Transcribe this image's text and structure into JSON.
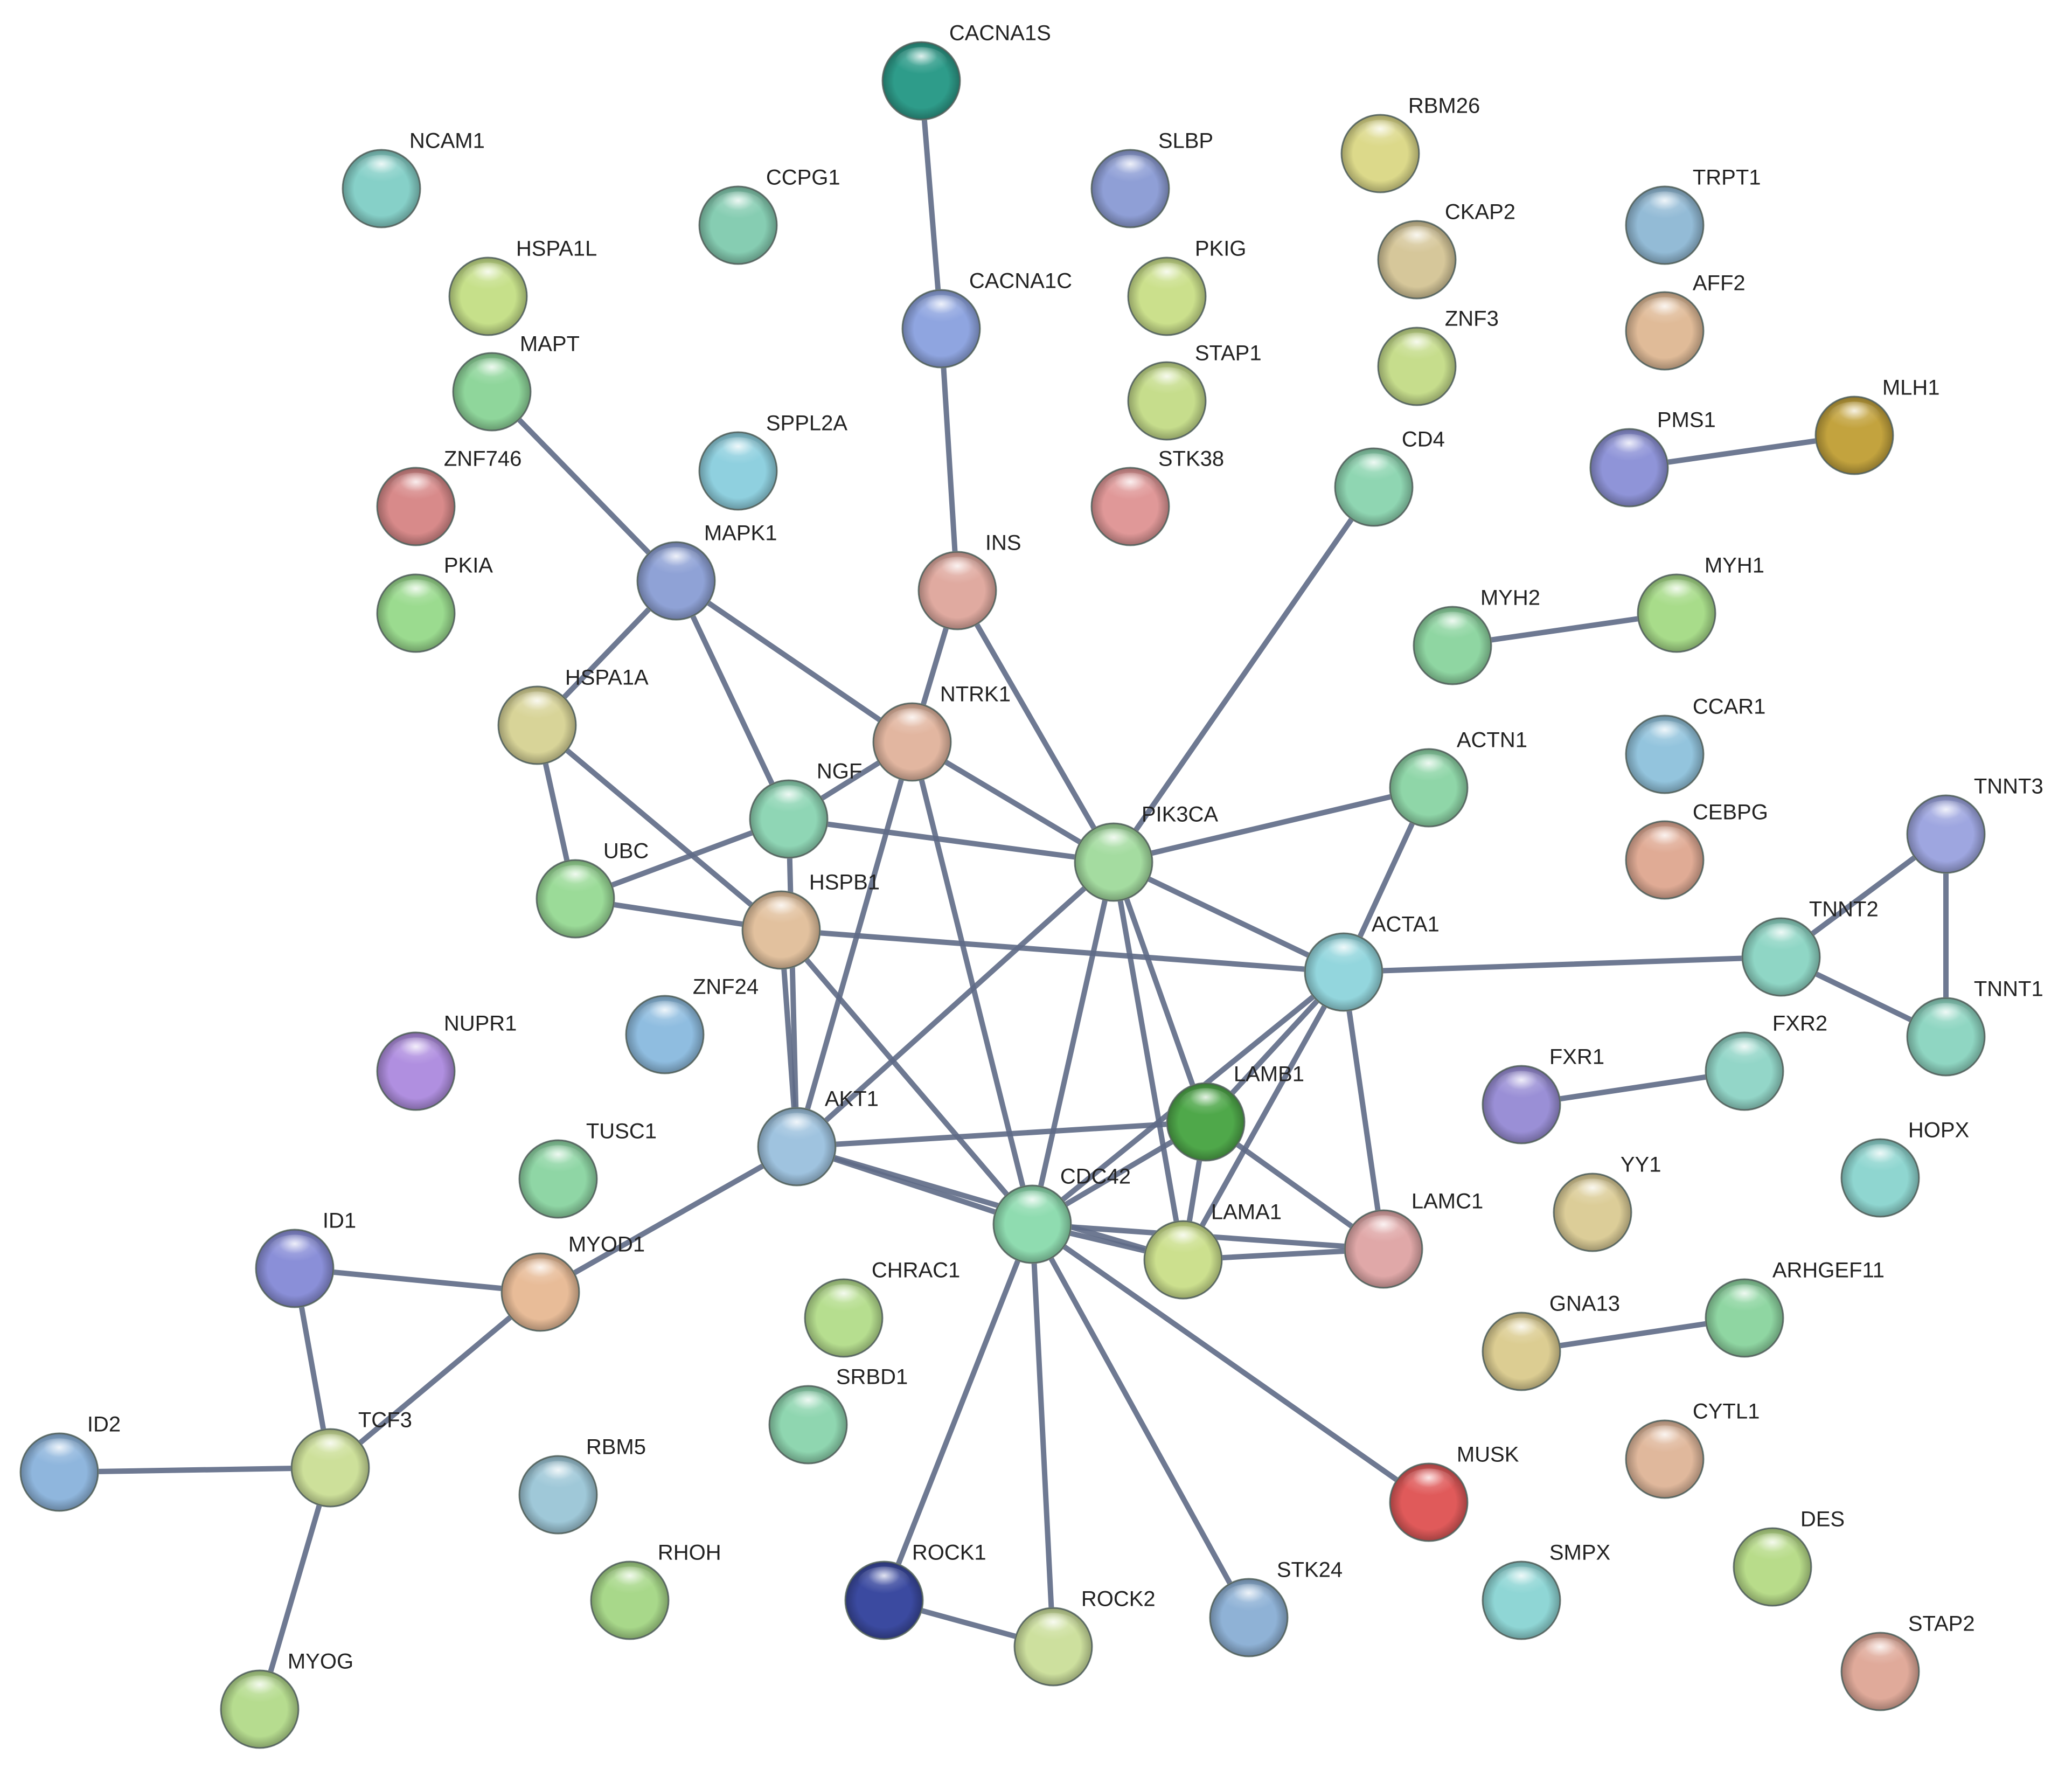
{
  "network": {
    "nodes": [
      {
        "id": "CACNA1S",
        "color": "#2e9c8a"
      },
      {
        "id": "NCAM1",
        "color": "#86d0c8"
      },
      {
        "id": "CCPG1",
        "color": "#86cdb2"
      },
      {
        "id": "SLBP",
        "color": "#8f9fd6"
      },
      {
        "id": "RBM26",
        "color": "#dcd98a"
      },
      {
        "id": "TRPT1",
        "color": "#93bbd6"
      },
      {
        "id": "HSPA1L",
        "color": "#c6e08a"
      },
      {
        "id": "CACNA1C",
        "color": "#8fa5e0"
      },
      {
        "id": "PKIG",
        "color": "#cbe08c"
      },
      {
        "id": "CKAP2",
        "color": "#d6c79a"
      },
      {
        "id": "AFF2",
        "color": "#e0bb98"
      },
      {
        "id": "MAPT",
        "color": "#8fd69b"
      },
      {
        "id": "ZNF3",
        "color": "#c6dd8c"
      },
      {
        "id": "STAP1",
        "color": "#c6dd8c"
      },
      {
        "id": "SPPL2A",
        "color": "#8fd0df"
      },
      {
        "id": "MLH1",
        "color": "#c3a33e"
      },
      {
        "id": "PMS1",
        "color": "#8f94d8"
      },
      {
        "id": "ZNF746",
        "color": "#d88a8a"
      },
      {
        "id": "STK38",
        "color": "#e09898"
      },
      {
        "id": "CD4",
        "color": "#8fd6b2"
      },
      {
        "id": "PKIA",
        "color": "#9bdb8f"
      },
      {
        "id": "MAPK1",
        "color": "#8fa2d6"
      },
      {
        "id": "INS",
        "color": "#e0aaa0"
      },
      {
        "id": "MYH1",
        "color": "#a8dc8a"
      },
      {
        "id": "MYH2",
        "color": "#8fd6a2"
      },
      {
        "id": "HSPA1A",
        "color": "#d8d498"
      },
      {
        "id": "NTRK1",
        "color": "#e2b6a0"
      },
      {
        "id": "CCAR1",
        "color": "#93c4dd"
      },
      {
        "id": "ACTN1",
        "color": "#8fd6a8"
      },
      {
        "id": "NGF",
        "color": "#8fd6b5"
      },
      {
        "id": "TNNT3",
        "color": "#9ea6e0"
      },
      {
        "id": "CEBPG",
        "color": "#e0ab95"
      },
      {
        "id": "UBC",
        "color": "#9bdb98"
      },
      {
        "id": "PIK3CA",
        "color": "#a4dca0"
      },
      {
        "id": "HSPB1",
        "color": "#e2c19e"
      },
      {
        "id": "TNNT2",
        "color": "#8fd6c5"
      },
      {
        "id": "ACTA1",
        "color": "#93d6dd"
      },
      {
        "id": "ZNF24",
        "color": "#8fbde0"
      },
      {
        "id": "TNNT1",
        "color": "#8fd6c2"
      },
      {
        "id": "NUPR1",
        "color": "#b08fe0"
      },
      {
        "id": "FXR2",
        "color": "#93d6c8"
      },
      {
        "id": "FXR1",
        "color": "#9a8fd6"
      },
      {
        "id": "LAMB1",
        "color": "#4fa84a"
      },
      {
        "id": "AKT1",
        "color": "#9fc3df"
      },
      {
        "id": "TUSC1",
        "color": "#8fd6a5"
      },
      {
        "id": "HOPX",
        "color": "#8fd6d0"
      },
      {
        "id": "YY1",
        "color": "#dccd98"
      },
      {
        "id": "CDC42",
        "color": "#8fdcb0"
      },
      {
        "id": "LAMC1",
        "color": "#e0a8a8"
      },
      {
        "id": "LAMA1",
        "color": "#cce08e"
      },
      {
        "id": "ID1",
        "color": "#8a8fd8"
      },
      {
        "id": "MYOD1",
        "color": "#e8bc98"
      },
      {
        "id": "CHRAC1",
        "color": "#b6de8f"
      },
      {
        "id": "ARHGEF11",
        "color": "#8fd6a2"
      },
      {
        "id": "GNA13",
        "color": "#dccd92"
      },
      {
        "id": "SRBD1",
        "color": "#8fd6b0"
      },
      {
        "id": "ID2",
        "color": "#8fb6dd"
      },
      {
        "id": "TCF3",
        "color": "#cde09a"
      },
      {
        "id": "CYTL1",
        "color": "#e0b89c"
      },
      {
        "id": "RBM5",
        "color": "#9fc8d8"
      },
      {
        "id": "MUSK",
        "color": "#e05a5a"
      },
      {
        "id": "DES",
        "color": "#b8dc8a"
      },
      {
        "id": "RHOH",
        "color": "#a8d88a"
      },
      {
        "id": "ROCK1",
        "color": "#3b4aa0"
      },
      {
        "id": "SMPX",
        "color": "#8fd6d5"
      },
      {
        "id": "STK24",
        "color": "#8fb2d6"
      },
      {
        "id": "ROCK2",
        "color": "#cde09e"
      },
      {
        "id": "STAP2",
        "color": "#e0aa9a"
      },
      {
        "id": "MYOG",
        "color": "#b6dc8f"
      }
    ],
    "edges": [
      [
        "CACNA1S",
        "CACNA1C"
      ],
      [
        "CACNA1C",
        "INS"
      ],
      [
        "INS",
        "NTRK1"
      ],
      [
        "INS",
        "PIK3CA"
      ],
      [
        "MAPT",
        "MAPK1"
      ],
      [
        "MAPK1",
        "HSPA1A"
      ],
      [
        "MAPK1",
        "NGF"
      ],
      [
        "MAPK1",
        "NTRK1"
      ],
      [
        "PMS1",
        "MLH1"
      ],
      [
        "MYH2",
        "MYH1"
      ],
      [
        "CD4",
        "PIK3CA"
      ],
      [
        "NTRK1",
        "NGF"
      ],
      [
        "NTRK1",
        "PIK3CA"
      ],
      [
        "NTRK1",
        "AKT1"
      ],
      [
        "NTRK1",
        "CDC42"
      ],
      [
        "NGF",
        "PIK3CA"
      ],
      [
        "NGF",
        "UBC"
      ],
      [
        "NGF",
        "AKT1"
      ],
      [
        "HSPA1A",
        "UBC"
      ],
      [
        "HSPA1A",
        "HSPB1"
      ],
      [
        "UBC",
        "HSPB1"
      ],
      [
        "HSPB1",
        "AKT1"
      ],
      [
        "HSPB1",
        "ACTA1"
      ],
      [
        "HSPB1",
        "CDC42"
      ],
      [
        "PIK3CA",
        "ACTN1"
      ],
      [
        "PIK3CA",
        "ACTA1"
      ],
      [
        "PIK3CA",
        "AKT1"
      ],
      [
        "PIK3CA",
        "CDC42"
      ],
      [
        "PIK3CA",
        "LAMB1"
      ],
      [
        "PIK3CA",
        "LAMA1"
      ],
      [
        "ACTN1",
        "ACTA1"
      ],
      [
        "ACTA1",
        "TNNT2"
      ],
      [
        "ACTA1",
        "LAMB1"
      ],
      [
        "ACTA1",
        "LAMC1"
      ],
      [
        "ACTA1",
        "LAMA1"
      ],
      [
        "ACTA1",
        "CDC42"
      ],
      [
        "TNNT2",
        "TNNT3"
      ],
      [
        "TNNT2",
        "TNNT1"
      ],
      [
        "TNNT3",
        "TNNT1"
      ],
      [
        "FXR1",
        "FXR2"
      ],
      [
        "AKT1",
        "LAMB1"
      ],
      [
        "AKT1",
        "CDC42"
      ],
      [
        "AKT1",
        "MYOD1"
      ],
      [
        "AKT1",
        "LAMA1"
      ],
      [
        "LAMB1",
        "CDC42"
      ],
      [
        "LAMB1",
        "LAMA1"
      ],
      [
        "LAMB1",
        "LAMC1"
      ],
      [
        "LAMA1",
        "LAMC1"
      ],
      [
        "CDC42",
        "LAMA1"
      ],
      [
        "CDC42",
        "LAMC1"
      ],
      [
        "CDC42",
        "ROCK1"
      ],
      [
        "CDC42",
        "ROCK2"
      ],
      [
        "CDC42",
        "STK24"
      ],
      [
        "CDC42",
        "MUSK"
      ],
      [
        "ROCK1",
        "ROCK2"
      ],
      [
        "ID1",
        "MYOD1"
      ],
      [
        "ID1",
        "TCF3"
      ],
      [
        "MYOD1",
        "TCF3"
      ],
      [
        "ID2",
        "TCF3"
      ],
      [
        "TCF3",
        "MYOG"
      ],
      [
        "GNA13",
        "ARHGEF11"
      ]
    ]
  }
}
